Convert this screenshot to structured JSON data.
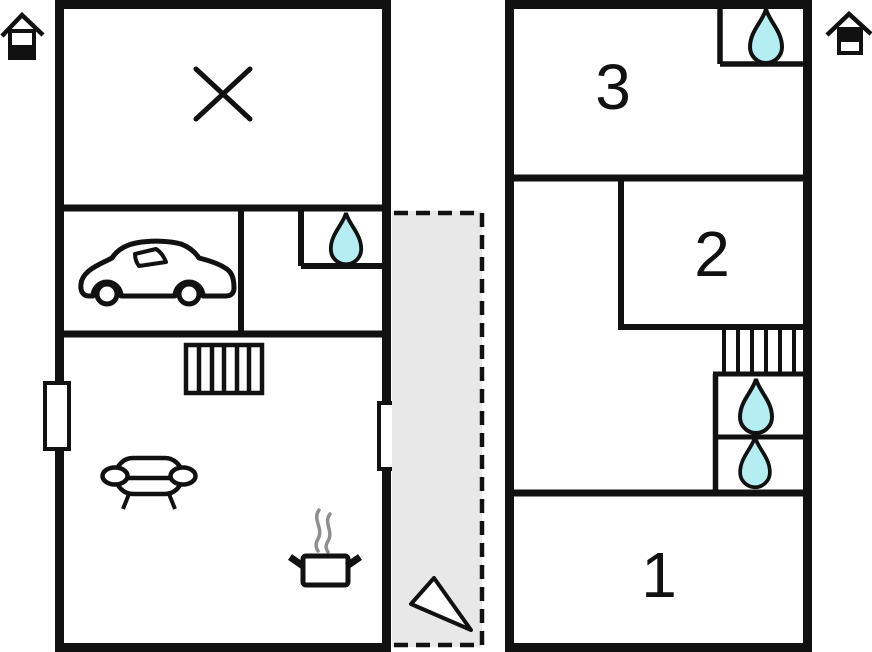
{
  "colors": {
    "background": "#ffffff",
    "line": "#111111",
    "water_drop": "#b4edf2",
    "terrace": "#e8e8e8",
    "steam": "#8f8f8f"
  },
  "ground_floor": {
    "marker_icon": "house-ground-floor-highlighted",
    "icon_names": [
      "x-cross-icon",
      "car-icon",
      "water-drop-icon",
      "stairs-icon",
      "window-icon",
      "sofa-icon",
      "cooking-pot-icon",
      "steam-icon",
      "entrance-arrow-icon",
      "terrace-dashed-area"
    ]
  },
  "upper_floor": {
    "marker_icon": "house-upper-floor-highlighted",
    "rooms": [
      {
        "number": "3"
      },
      {
        "number": "2"
      },
      {
        "number": "1"
      }
    ],
    "icon_names": [
      "water-drop-icon",
      "stairs-icon",
      "water-drop-icon",
      "water-drop-icon"
    ]
  }
}
